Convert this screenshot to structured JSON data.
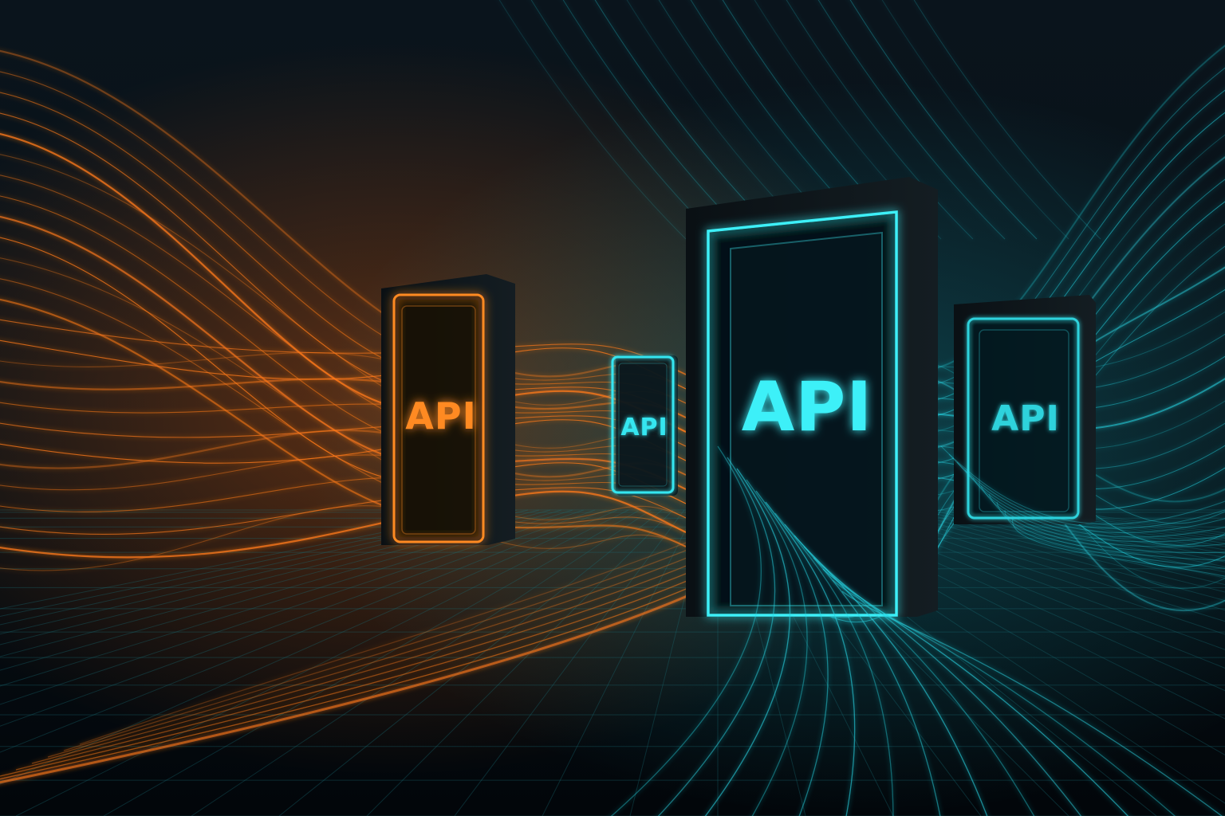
{
  "scene": {
    "description_colors": {
      "background_top": "#0a141c",
      "background_bottom": "#02060a",
      "orange_accent": "#ff7a1a",
      "cyan_accent": "#27e3f0",
      "portal_body": "#0d1418"
    },
    "portals": [
      {
        "id": "orange",
        "label": "API",
        "color": "#ff8a24"
      },
      {
        "id": "small-cyan",
        "label": "API",
        "color": "#36e6f0"
      },
      {
        "id": "main-cyan",
        "label": "API",
        "color": "#3ef0f8"
      },
      {
        "id": "right-cyan",
        "label": "API",
        "color": "#2fd2dc"
      }
    ]
  }
}
